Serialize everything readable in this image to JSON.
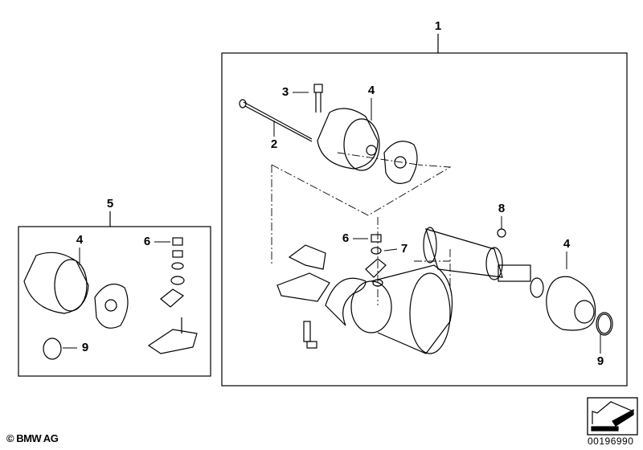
{
  "diagram": {
    "callouts": [
      {
        "id": "c1",
        "label": "1"
      },
      {
        "id": "c3",
        "label": "3"
      },
      {
        "id": "c4a",
        "label": "4"
      },
      {
        "id": "c2",
        "label": "2"
      },
      {
        "id": "c5",
        "label": "5"
      },
      {
        "id": "c4b",
        "label": "4"
      },
      {
        "id": "c6a",
        "label": "6"
      },
      {
        "id": "c9a",
        "label": "9"
      },
      {
        "id": "c6b",
        "label": "6"
      },
      {
        "id": "c7",
        "label": "7"
      },
      {
        "id": "c8",
        "label": "8"
      },
      {
        "id": "c4c",
        "label": "4"
      },
      {
        "id": "c9b",
        "label": "9"
      }
    ],
    "copyright": "© BMW AG",
    "diagram_code": "00196990"
  }
}
